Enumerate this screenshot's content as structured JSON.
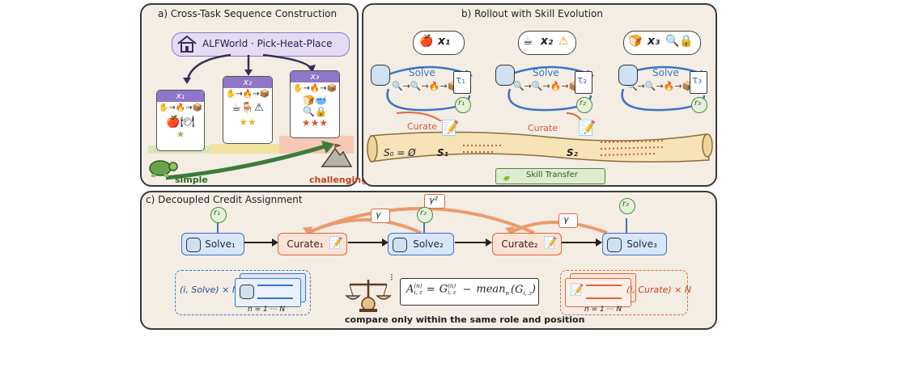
{
  "panel_a": {
    "title": "a) Cross-Task Sequence Construction",
    "env_label": "ALFWorld · Pick-Heat-Place",
    "tasks": [
      "x₁",
      "x₂",
      "x₃"
    ],
    "simple_label": "simple",
    "challenging_label": "challenging"
  },
  "panel_b": {
    "title": "b)   Rollout with Skill Evolution",
    "queries": [
      "x₁",
      "x₂",
      "x₃"
    ],
    "solve_label": "Solve",
    "curate_label": "Curate",
    "trajectories": [
      "τ₁",
      "τ₂",
      "τ₃"
    ],
    "rewards": [
      "r₁",
      "r₂",
      "r₃"
    ],
    "s0_label": "S₀ = Ø",
    "skills": [
      "S₁",
      "S₂"
    ],
    "skill_transfer_label": "Skill Transfer"
  },
  "panel_c": {
    "title": "c) Decoupled Credit Assignment",
    "flow": [
      "Solve₁",
      "Curate₁",
      "Solve₂",
      "Curate₂",
      "Solve₃"
    ],
    "rewards": [
      "r₁",
      "r₂",
      "r₃"
    ],
    "gamma": "γ",
    "gamma_sq": "γ²",
    "solve_group": "(i, Solve) × N",
    "curate_group": "(i, Curate) × N",
    "n_range": "n = 1 ⋯ N",
    "formula_lhs": "A",
    "formula_lhs_sup": "(n)",
    "formula_lhs_sub": "i, z",
    "formula_eq": "=",
    "formula_g": "G",
    "formula_g_sup": "(n)",
    "formula_g_sub": "i, z",
    "formula_minus": "−",
    "formula_mean": "mean",
    "formula_mean_sub": "n",
    "formula_mean_arg": "(G",
    "formula_mean_arg_sub": "i, z",
    "formula_close": ")",
    "caption": "compare only within the same role and position"
  },
  "colors": {
    "panel_bg": "#f3ede4",
    "solve_blue": "#3b73c6",
    "curate_orange": "#e0663a",
    "task_purple": "#8f76c9",
    "reward_green": "#5a9a4a",
    "scroll": "#f6e4b8"
  }
}
